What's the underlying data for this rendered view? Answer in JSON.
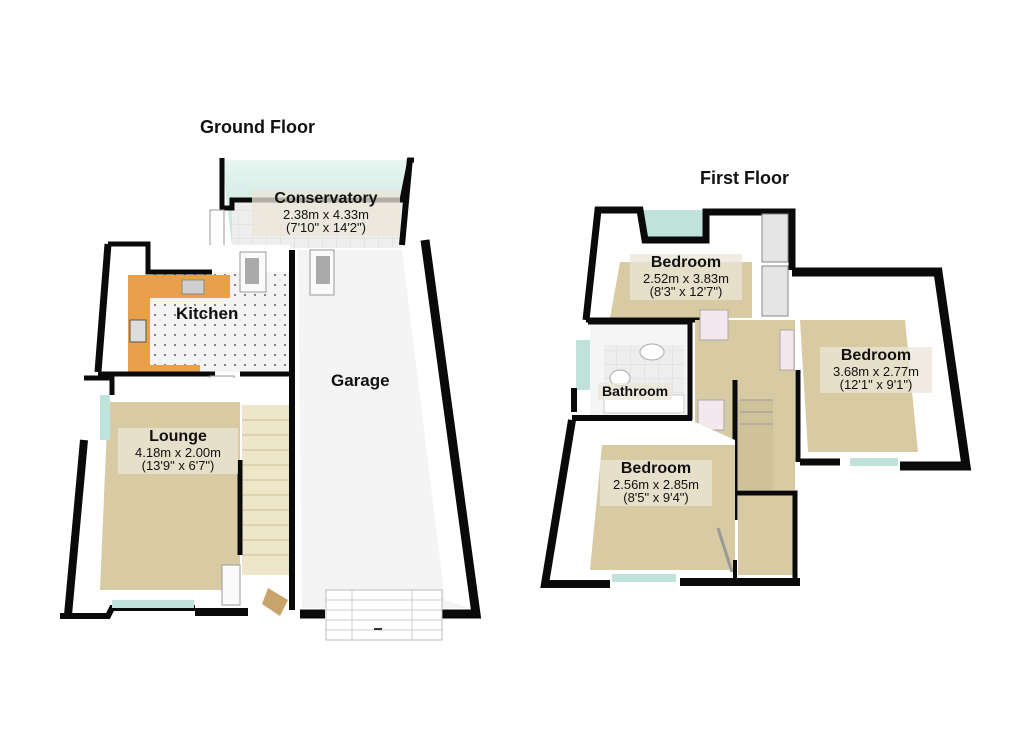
{
  "floors": [
    {
      "title": "Ground Floor",
      "rooms": [
        {
          "name": "Conservatory",
          "metric": "2.38m x 4.33m",
          "imperial": "(7'10\" x 14'2\")"
        },
        {
          "name": "Kitchen",
          "metric": "",
          "imperial": ""
        },
        {
          "name": "Lounge",
          "metric": "4.18m x 2.00m",
          "imperial": "(13'9\" x 6'7\")"
        },
        {
          "name": "Garage",
          "metric": "",
          "imperial": ""
        }
      ]
    },
    {
      "title": "First Floor",
      "rooms": [
        {
          "name": "Bedroom",
          "metric": "2.52m x 3.83m",
          "imperial": "(8'3\" x 12'7\")"
        },
        {
          "name": "Bedroom",
          "metric": "3.68m x 2.77m",
          "imperial": "(12'1\" x 9'1\")"
        },
        {
          "name": "Bathroom",
          "metric": "",
          "imperial": ""
        },
        {
          "name": "Bedroom",
          "metric": "2.56m x 2.85m",
          "imperial": "(8'5\" x 9'4\")"
        }
      ]
    }
  ],
  "colors": {
    "wall": "#0a0a0a",
    "carpet": "#d8cba3",
    "tile": "#f0f0f0",
    "worktop": "#e8a04a",
    "garage_floor": "#f2f2f2",
    "glass": "#bfe6dc"
  }
}
